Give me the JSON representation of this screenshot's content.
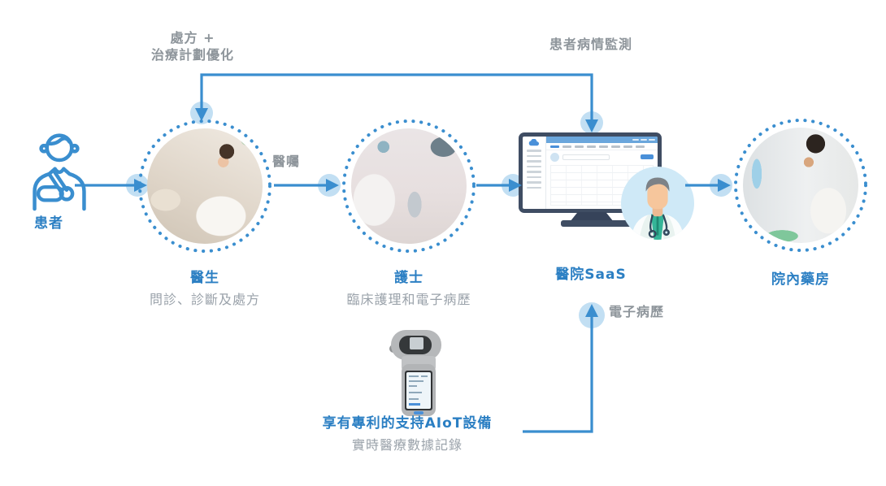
{
  "colors": {
    "flow_blue": "#3a8ecf",
    "halo_blue": "#c2dff3",
    "label_blue": "#2b7fc3",
    "flow_label_gray": "#8e959b",
    "sublabel_gray": "#9aa2aa",
    "monitor_frame": "#3f4d63",
    "avatar_bg": "#cfe9f7"
  },
  "flow_labels": {
    "prescription_line1": "處方 +",
    "prescription_line2": "治療計劃優化",
    "patient_monitoring": "患者病情監測",
    "doctor_order": "醫囑",
    "emr": "電子病歷"
  },
  "nodes": {
    "patient": {
      "label": "患者"
    },
    "doctor": {
      "label": "醫生",
      "sublabel": "問診、診斷及處方"
    },
    "nurse": {
      "label": "護士",
      "sublabel": "臨床護理和電子病歷"
    },
    "hospital_saas": {
      "label": "醫院SaaS"
    },
    "pharmacy": {
      "label": "院內藥房"
    },
    "aiot_device": {
      "label": "享有專利的支持AIoT設備",
      "sublabel": "實時醫療數據記錄"
    }
  },
  "icons": {
    "patient": "injured-patient-outline-icon",
    "hospital_saas": "monitor-dashboard-icon",
    "saas_avatar": "doctor-avatar-icon",
    "aiot_device": "handheld-medical-device-icon",
    "dashboard_logo": "cloud-icon"
  }
}
